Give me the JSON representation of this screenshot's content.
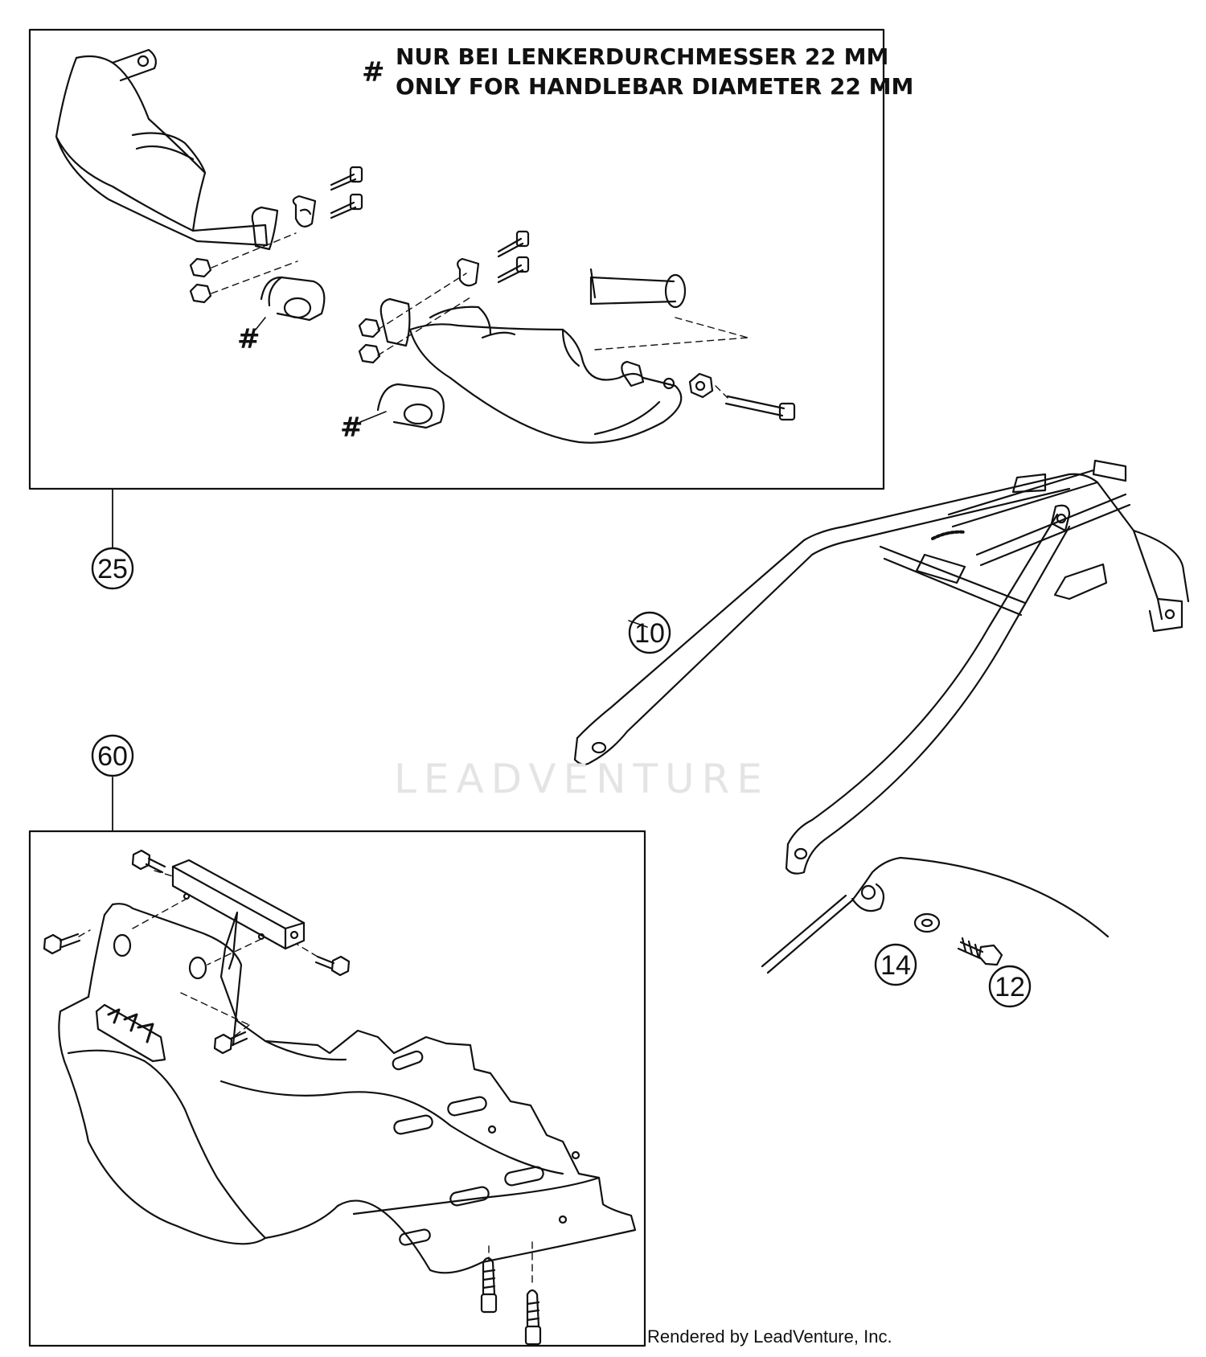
{
  "note": {
    "symbol": "#",
    "line_de": "NUR BEI LENKERDURCHMESSER 22 MM",
    "line_en": "ONLY FOR HANDLEBAR DIAMETER 22 MM"
  },
  "hash_mark": "#",
  "callouts": {
    "c25": "25",
    "c10": "10",
    "c60": "60",
    "c14": "14",
    "c12": "12"
  },
  "watermark": "LEADVENTURE",
  "footer": "Rendered by LeadVenture, Inc.",
  "colors": {
    "line": "#111111",
    "watermark": "#e4e4e4"
  }
}
